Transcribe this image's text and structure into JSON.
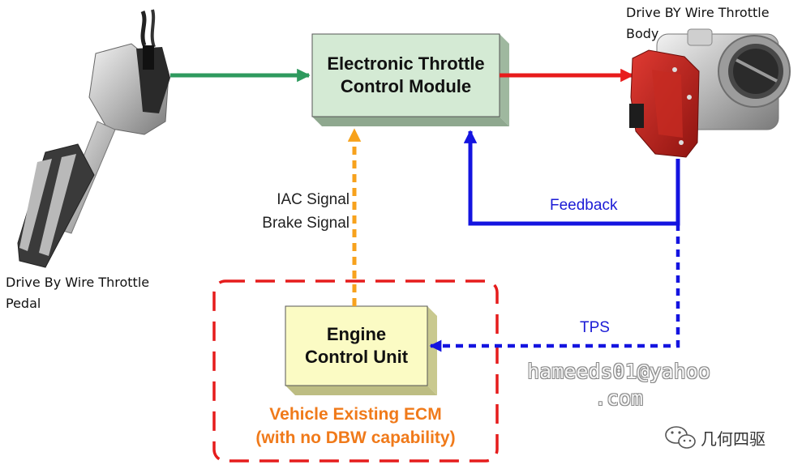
{
  "pedal": {
    "label_line1": "Drive By Wire Throttle",
    "label_line2": "Pedal"
  },
  "throttle_body": {
    "label_line1": "Drive BY Wire Throttle",
    "label_line2": "Body"
  },
  "etcm": {
    "line1": "Electronic Throttle",
    "line2": "Control Module"
  },
  "ecu": {
    "line1": "Engine",
    "line2": "Control Unit"
  },
  "signals": {
    "feedback": "Feedback",
    "tps": "TPS",
    "iac": "IAC Signal",
    "brake": "Brake Signal"
  },
  "ecm_region": {
    "line1": "Vehicle Existing ECM",
    "line2": "(with no DBW capability)"
  },
  "watermark": {
    "line1": "hameeds01@yahoo",
    "line2": ".com"
  },
  "brand": {
    "name": "几何四驱",
    "icon": "wechat-icon"
  },
  "colors": {
    "pedal_to_module": "#2e9a5e",
    "module_to_throttle": "#e81c1c",
    "feedback": "#1414e0",
    "ecu_signals": "#f7a21c",
    "ecm_boundary": "#e51c1c",
    "etcm_fill": "#d4ead4",
    "ecu_fill": "#fbfbc4"
  }
}
